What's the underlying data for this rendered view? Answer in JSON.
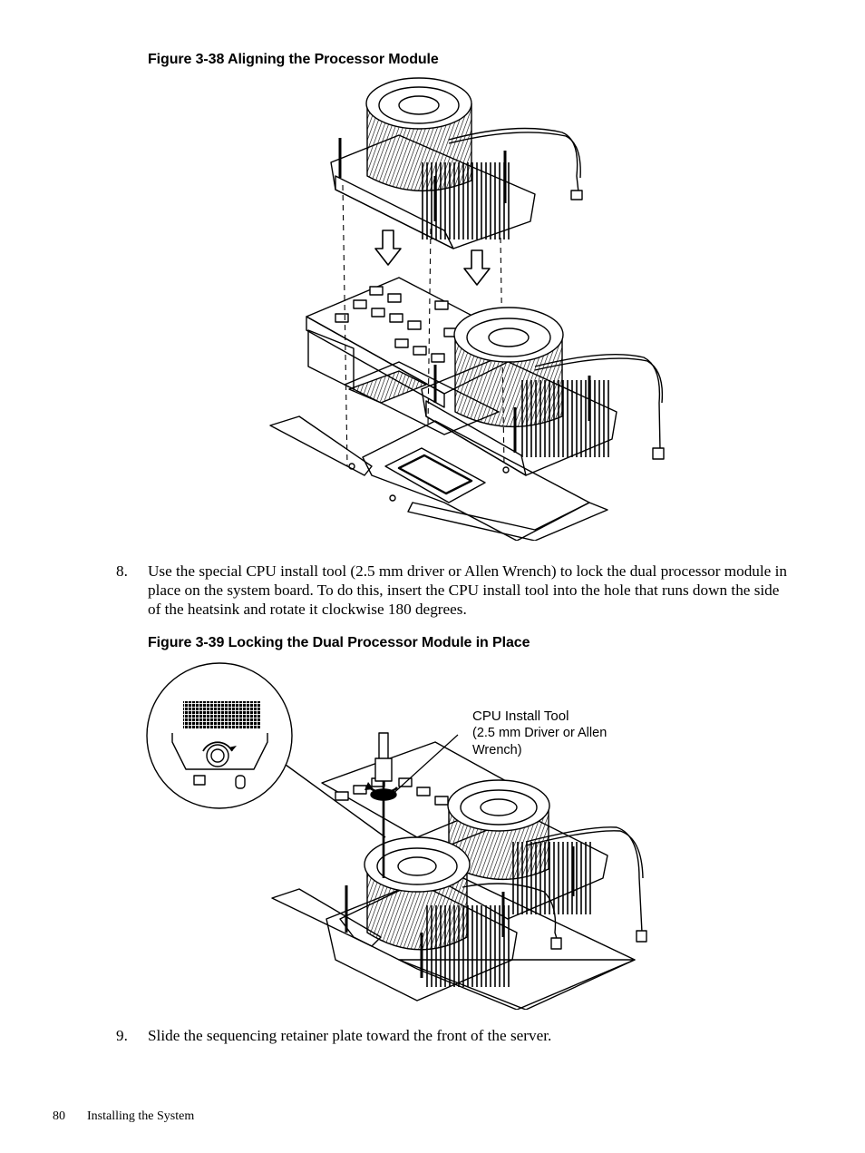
{
  "figure1": {
    "caption": "Figure 3-38  Aligning the Processor Module"
  },
  "step8": {
    "number": "8.",
    "text": "Use the special CPU install tool (2.5 mm driver or Allen Wrench) to lock the dual processor module in place on the system board. To do this, insert the CPU install tool into the hole that runs down the side of the heatsink and rotate it clockwise 180 degrees."
  },
  "figure2": {
    "caption": "Figure 3-39  Locking the Dual Processor Module in Place",
    "callout_title": "CPU Install Tool",
    "callout_detail": "(2.5 mm Driver or Allen Wrench)"
  },
  "step9": {
    "number": "9.",
    "text": "Slide the sequencing retainer plate toward the front of the server."
  },
  "footer": {
    "page_number": "80",
    "section": "Installing the System"
  }
}
